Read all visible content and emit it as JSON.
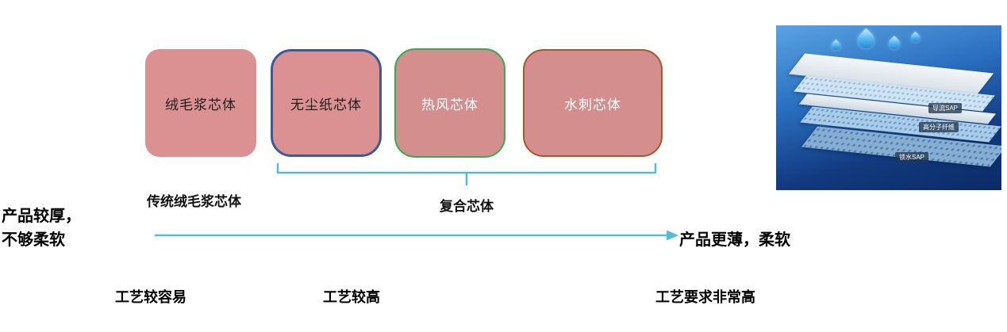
{
  "diagram": {
    "boxes": [
      {
        "label": "绒毛浆芯体"
      },
      {
        "label": "无尘纸芯体"
      },
      {
        "label": "热风芯体"
      },
      {
        "label": "水刺芯体"
      }
    ],
    "group_labels": {
      "traditional": "传统绒毛浆芯体",
      "composite": "复合芯体"
    },
    "axis": {
      "left_line1": "产品较厚，",
      "left_line2": "不够柔软",
      "right": "产品更薄，柔软"
    },
    "process_labels": [
      "工艺较容易",
      "工艺较高",
      "工艺要求非常高"
    ],
    "colors": {
      "box_fill": "#DB9191",
      "dustfree_border": "#3A5A9B",
      "hotair_border": "#2EB050",
      "spunlace_border": "#A2592B",
      "arrow": "#5AB9D9"
    }
  },
  "product_image": {
    "layer_chips": [
      "导流SAP",
      "高分子纤维",
      "锁水SAP"
    ]
  }
}
